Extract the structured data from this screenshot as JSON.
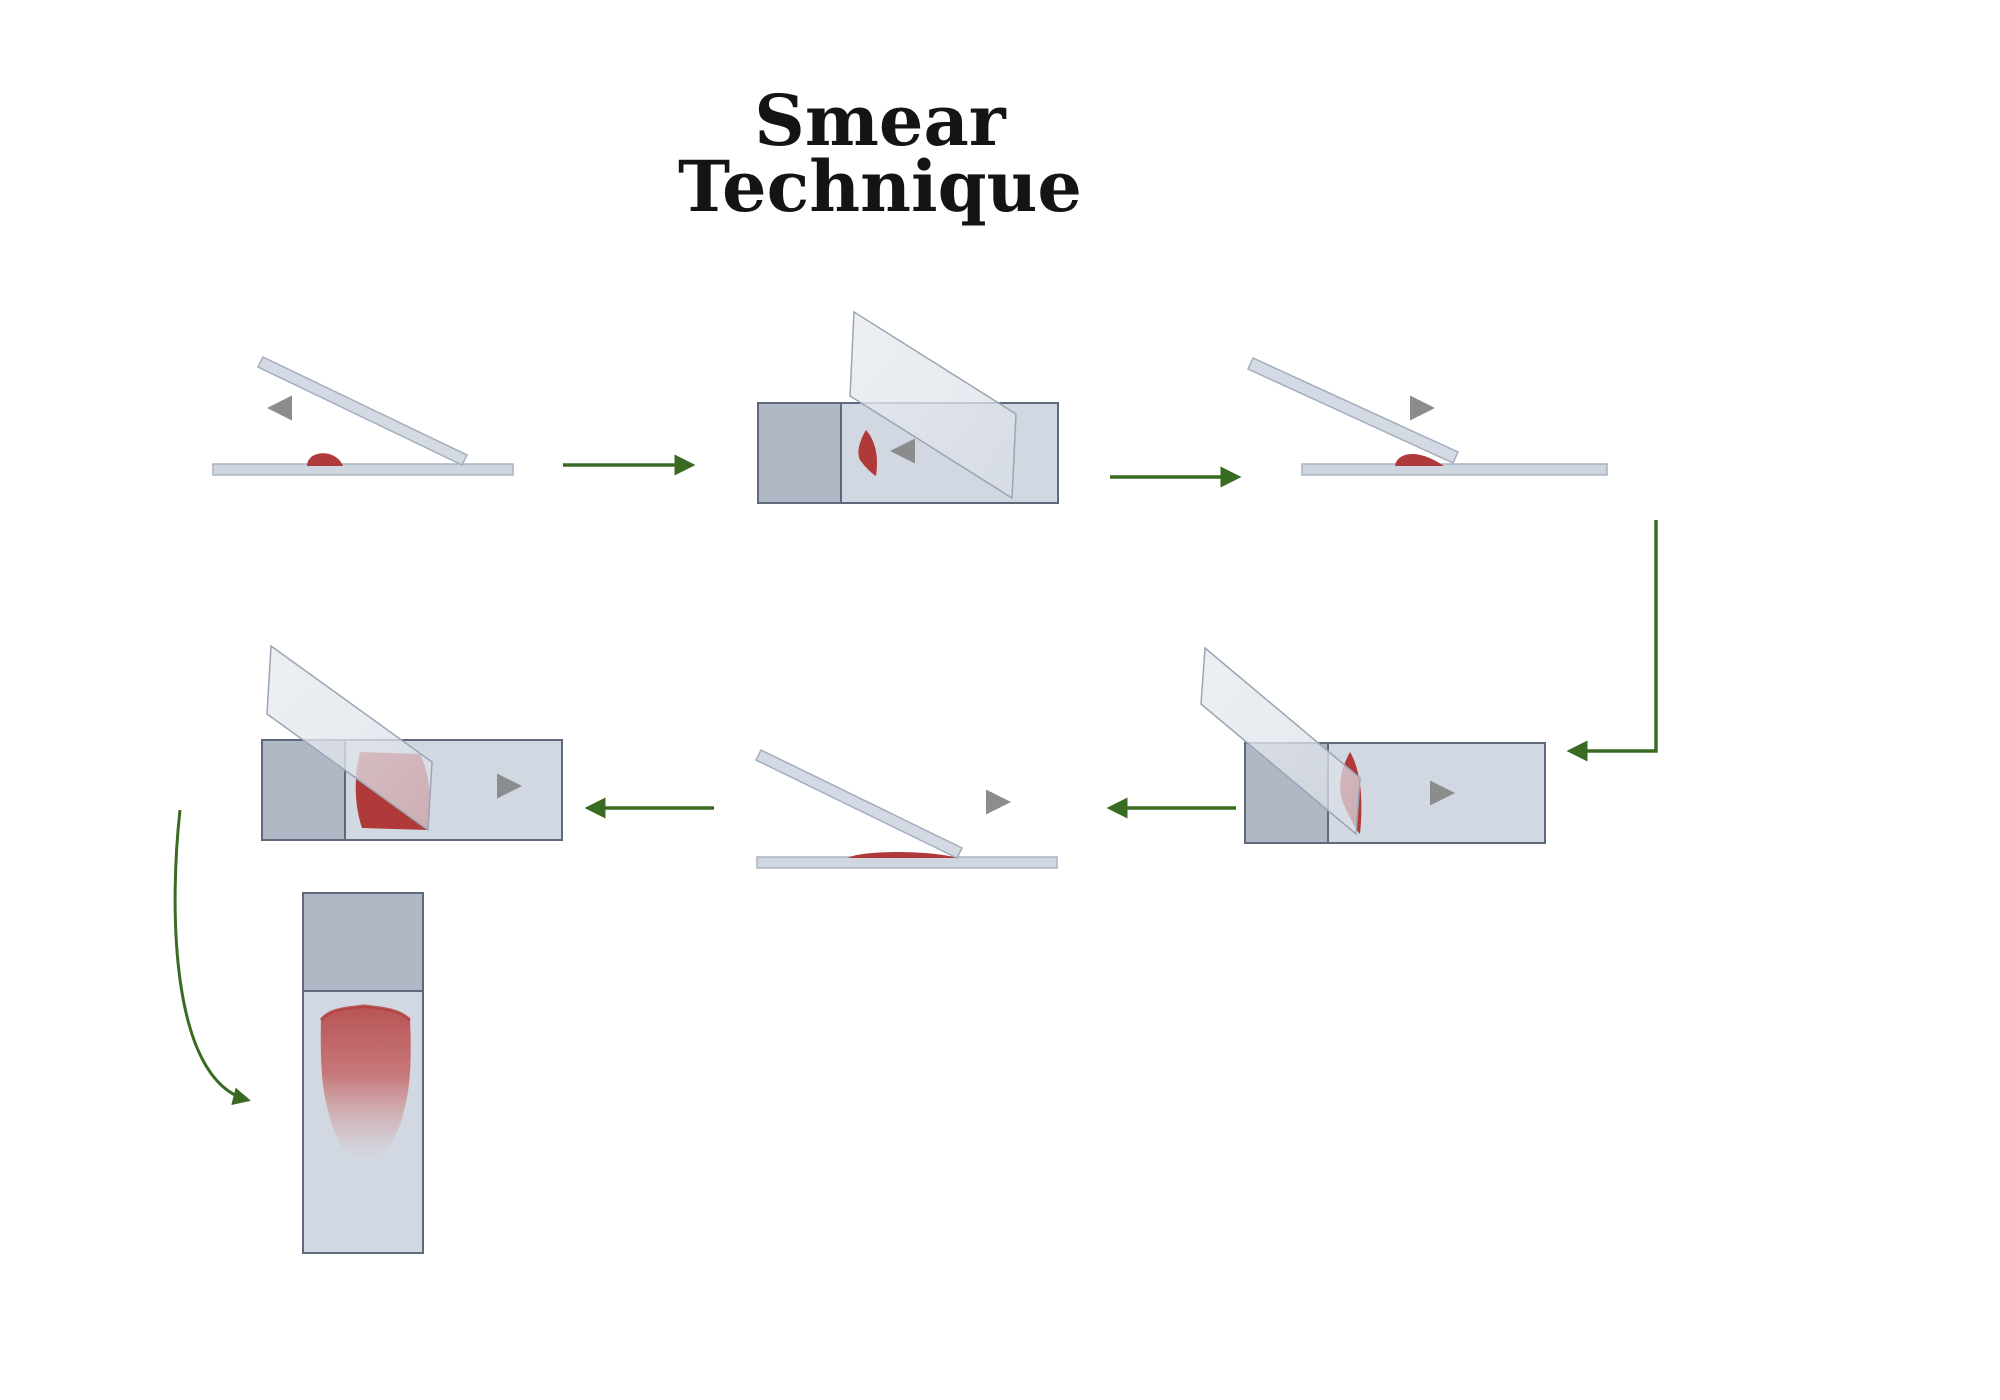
{
  "title_line1": "Smear",
  "title_line2": "Technique",
  "colors": {
    "flow_arrow": "#3a6b22",
    "motion_arrow": "#8a8c8e",
    "blood": "#b03a3a",
    "glass": "#d0d6df",
    "glass_edge": "#9aa6b6",
    "frosted_end": "#b0b8c5",
    "frame": "#5e6a7c"
  },
  "steps": [
    {
      "name": "place-blood-drop",
      "view": "side",
      "motion": "left"
    },
    {
      "name": "spreader-backs-into-drop",
      "view": "top",
      "motion": "left"
    },
    {
      "name": "blood-spreads-along-edge",
      "view": "side",
      "motion": "right"
    },
    {
      "name": "push-spreader-forward",
      "view": "top",
      "motion": "right"
    },
    {
      "name": "thin-film-formed",
      "view": "side",
      "motion": "right"
    },
    {
      "name": "smear-across-slide",
      "view": "top",
      "motion": "right"
    },
    {
      "name": "finished-smear",
      "view": "top-vertical",
      "motion": "none"
    }
  ]
}
